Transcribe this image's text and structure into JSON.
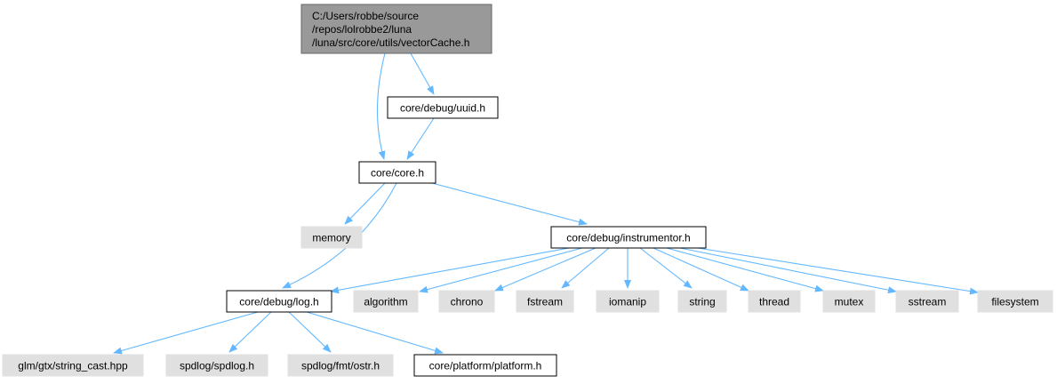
{
  "colors": {
    "edge": "#63b8ff",
    "root_fill": "#999999",
    "root_stroke": "#666666",
    "documented_fill": "#ffffff",
    "documented_stroke": "#000000",
    "external_fill": "#e0e0e0",
    "external_stroke": "#e0e0e0"
  },
  "nodes": [
    {
      "id": "root",
      "kind": "root",
      "lines": [
        "C:/Users/robbe/source",
        "/repos/lolrobbe2/luna",
        "/luna/src/core/utils/vectorCache.h"
      ]
    },
    {
      "id": "uuid",
      "kind": "documented",
      "lines": [
        "core/debug/uuid.h"
      ]
    },
    {
      "id": "core",
      "kind": "documented",
      "lines": [
        "core/core.h"
      ]
    },
    {
      "id": "memory",
      "kind": "external",
      "lines": [
        "memory"
      ]
    },
    {
      "id": "instrumentor",
      "kind": "documented",
      "lines": [
        "core/debug/instrumentor.h"
      ]
    },
    {
      "id": "log",
      "kind": "documented",
      "lines": [
        "core/debug/log.h"
      ]
    },
    {
      "id": "algorithm",
      "kind": "external",
      "lines": [
        "algorithm"
      ]
    },
    {
      "id": "chrono",
      "kind": "external",
      "lines": [
        "chrono"
      ]
    },
    {
      "id": "fstream",
      "kind": "external",
      "lines": [
        "fstream"
      ]
    },
    {
      "id": "iomanip",
      "kind": "external",
      "lines": [
        "iomanip"
      ]
    },
    {
      "id": "string",
      "kind": "external",
      "lines": [
        "string"
      ]
    },
    {
      "id": "thread",
      "kind": "external",
      "lines": [
        "thread"
      ]
    },
    {
      "id": "mutex",
      "kind": "external",
      "lines": [
        "mutex"
      ]
    },
    {
      "id": "sstream",
      "kind": "external",
      "lines": [
        "sstream"
      ]
    },
    {
      "id": "filesystem",
      "kind": "external",
      "lines": [
        "filesystem"
      ]
    },
    {
      "id": "glm",
      "kind": "external",
      "lines": [
        "glm/gtx/string_cast.hpp"
      ]
    },
    {
      "id": "spdlog",
      "kind": "external",
      "lines": [
        "spdlog/spdlog.h"
      ]
    },
    {
      "id": "fmt",
      "kind": "external",
      "lines": [
        "spdlog/fmt/ostr.h"
      ]
    },
    {
      "id": "platform",
      "kind": "documented",
      "lines": [
        "core/platform/platform.h"
      ]
    }
  ],
  "edges": [
    {
      "from": "root",
      "to": "uuid"
    },
    {
      "from": "root",
      "to": "core"
    },
    {
      "from": "uuid",
      "to": "core"
    },
    {
      "from": "core",
      "to": "memory"
    },
    {
      "from": "core",
      "to": "instrumentor"
    },
    {
      "from": "core",
      "to": "log"
    },
    {
      "from": "instrumentor",
      "to": "log"
    },
    {
      "from": "instrumentor",
      "to": "algorithm"
    },
    {
      "from": "instrumentor",
      "to": "chrono"
    },
    {
      "from": "instrumentor",
      "to": "fstream"
    },
    {
      "from": "instrumentor",
      "to": "iomanip"
    },
    {
      "from": "instrumentor",
      "to": "string"
    },
    {
      "from": "instrumentor",
      "to": "thread"
    },
    {
      "from": "instrumentor",
      "to": "mutex"
    },
    {
      "from": "instrumentor",
      "to": "sstream"
    },
    {
      "from": "instrumentor",
      "to": "filesystem"
    },
    {
      "from": "log",
      "to": "glm"
    },
    {
      "from": "log",
      "to": "spdlog"
    },
    {
      "from": "log",
      "to": "fmt"
    },
    {
      "from": "log",
      "to": "platform"
    }
  ]
}
